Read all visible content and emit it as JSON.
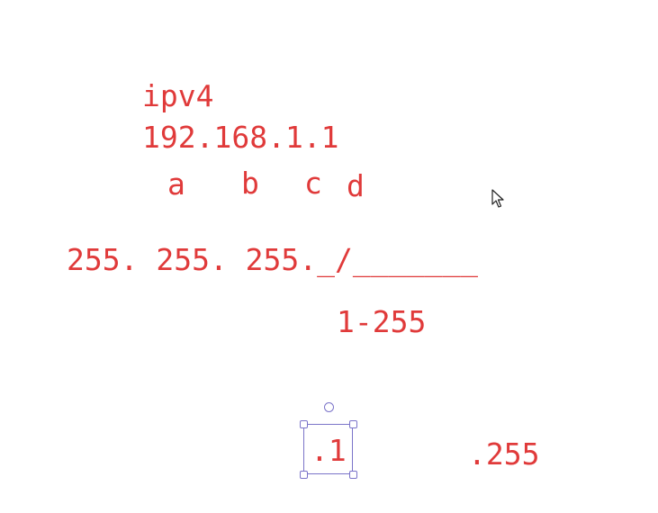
{
  "canvas": {
    "texts": {
      "ipv4": "ipv4",
      "address": "192.168.1.1",
      "label_a": "a",
      "label_b": "b",
      "label_c": "c",
      "label_d": "d",
      "mask": "255. 255. 255._/_______",
      "range": "1-255",
      "first_host": ".1",
      "last_host": ".255"
    },
    "colors": {
      "text": "#e03a3a",
      "selection": "#7b74c9"
    },
    "icons": {
      "cursor": "arrow-cursor-icon",
      "rotate": "rotate-handle-icon"
    }
  }
}
